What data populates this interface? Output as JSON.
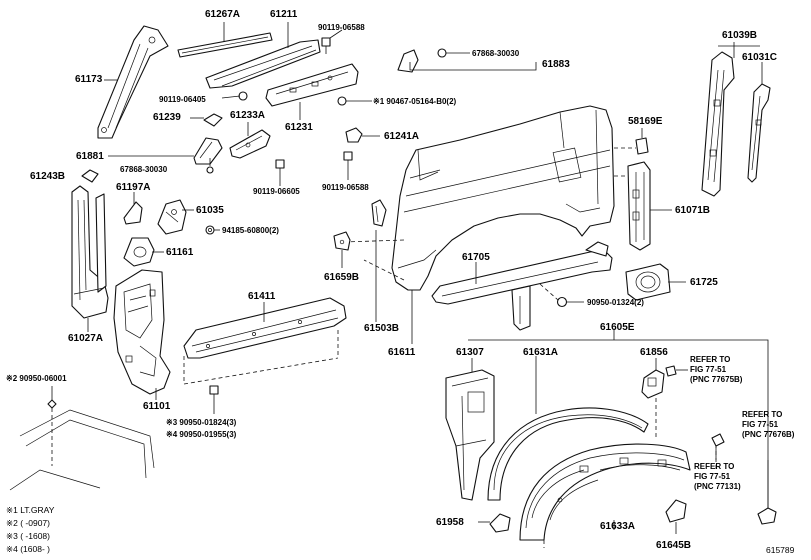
{
  "diagram_id": "615789",
  "parts": {
    "p61267A": "61267A",
    "p61211": "61211",
    "p90119_06588a": "90119-06588",
    "p61173": "61173",
    "p90119_06405": "90119-06405",
    "p61239": "61239",
    "p61233A": "61233A",
    "p61231": "61231",
    "p90467": "※1 90467-05164-B0(2)",
    "p67868_top": "67868-30030",
    "p61883": "61883",
    "p61039B": "61039B",
    "p61031C": "61031C",
    "p61241A": "61241A",
    "p58169E": "58169E",
    "p61881": "61881",
    "p67868_mid": "67868-30030",
    "p90119_06605": "90119-06605",
    "p90119_06588b": "90119-06588",
    "p61243B": "61243B",
    "p61197A": "61197A",
    "p61035": "61035",
    "p94185": "94185-60800(2)",
    "p61071B": "61071B",
    "p61161": "61161",
    "p61659B": "61659B",
    "p61705": "61705",
    "p61725": "61725",
    "p90950_01324": "90950-01324(2)",
    "p61411": "61411",
    "p61027A": "61027A",
    "p61503B": "61503B",
    "p61611": "61611",
    "p61605E": "61605E",
    "p90950_06001": "※2 90950-06001",
    "p61307": "61307",
    "p61631A": "61631A",
    "p61856": "61856",
    "p90950_01824": "※3 90950-01824(3)",
    "p90950_01955": "※4 90950-01955(3)",
    "p61101": "61101",
    "p61958": "61958",
    "p61633A": "61633A",
    "p61645B": "61645B"
  },
  "references": {
    "ref1": [
      "REFER TO",
      "FIG 77-51",
      "(PNC 77675B)"
    ],
    "ref2": [
      "REFER TO",
      "FIG 77-51",
      "(PNC 77676B)"
    ],
    "ref3": [
      "REFER TO",
      "FIG 77-51",
      "(PNC 77131)"
    ]
  },
  "notes": [
    "※1 LT.GRAY",
    "※2 (      -0907)",
    "※3 (      -1608)",
    "※4 (1608-      )"
  ]
}
